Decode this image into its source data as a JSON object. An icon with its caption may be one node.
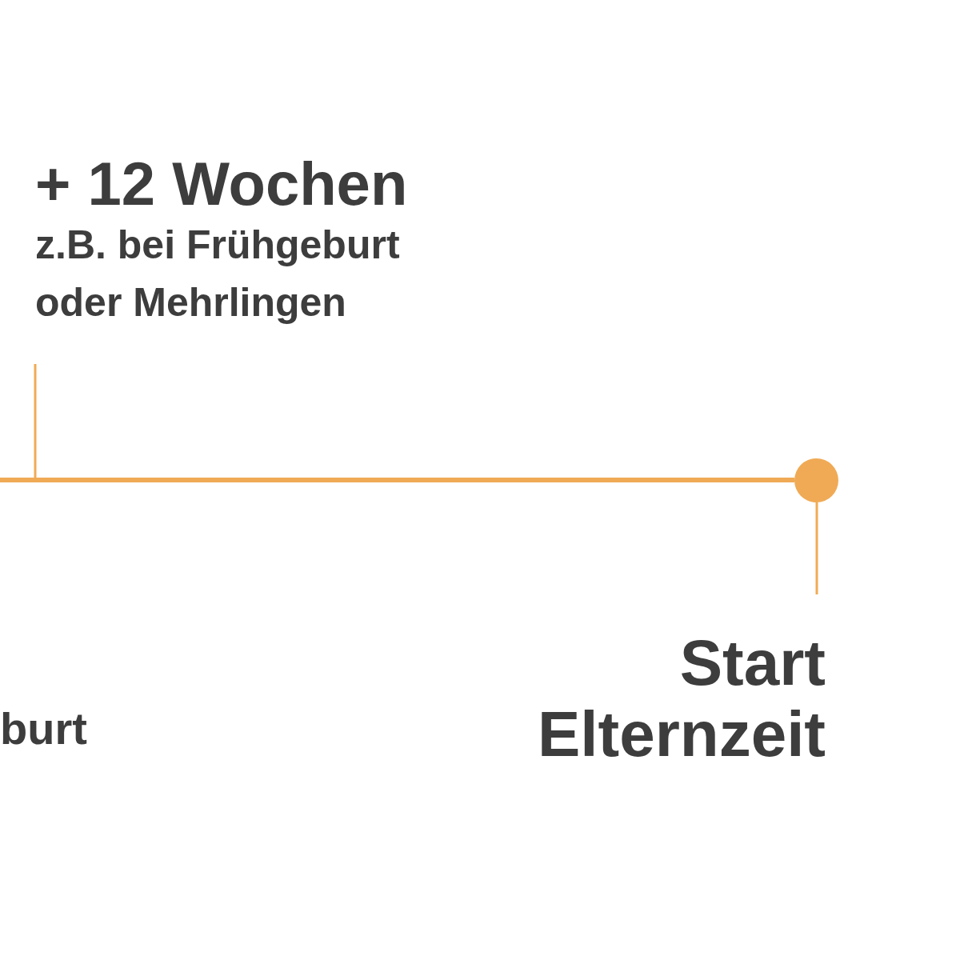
{
  "diagram": {
    "nodes": [
      {
        "text": [
          "+ 12 Wochen",
          "z.B. bei Frühgeburt oder Mehrlingen"
        ]
      },
      {
        "text": [],
        "shape": "bar"
      },
      {
        "text": [],
        "shape": "circle"
      },
      {
        "text": [
          "Start Elternzeit"
        ]
      }
    ],
    "edges": [
      {
        "from": 0,
        "to": 1,
        "arrow": "none"
      },
      {
        "from": 2,
        "to": 3,
        "arrow": "none"
      }
    ],
    "labels": [
      "burt"
    ]
  }
}
